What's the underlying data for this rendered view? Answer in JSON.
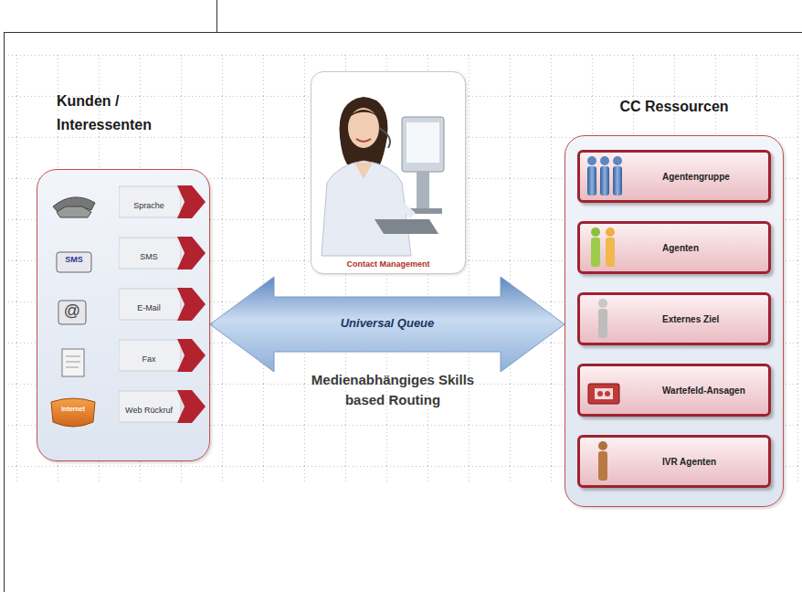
{
  "diagram": {
    "nodes": [
      {
        "text": [
          "Kunden / Interessenten"
        ]
      },
      {
        "text": [
          "Sprache"
        ],
        "in": 0
      },
      {
        "text": [
          "SMS"
        ],
        "in": 0
      },
      {
        "text": [
          "E-Mail"
        ],
        "in": 0
      },
      {
        "text": [
          "Fax"
        ],
        "in": 0
      },
      {
        "text": [
          "Web Rückruf"
        ],
        "in": 0
      },
      {
        "text": [
          "Contact Management"
        ]
      },
      {
        "text": [
          "CC Ressourcen"
        ]
      },
      {
        "text": [
          "Agentengruppe"
        ],
        "in": 7
      },
      {
        "text": [
          "Agenten"
        ],
        "in": 7
      },
      {
        "text": [
          "Externes Ziel"
        ],
        "in": 7
      },
      {
        "text": [
          "Wartefeld-Ansagen"
        ],
        "in": 7
      },
      {
        "text": [
          "IVR Agenten"
        ],
        "in": 7
      }
    ],
    "edges": [
      {
        "from": 0,
        "to": 7,
        "arrow": "both",
        "label": "Universal Queue"
      }
    ],
    "labels": [
      "Medienabhängiges Skills based Routing",
      "SMS",
      "@",
      "Internet"
    ]
  }
}
